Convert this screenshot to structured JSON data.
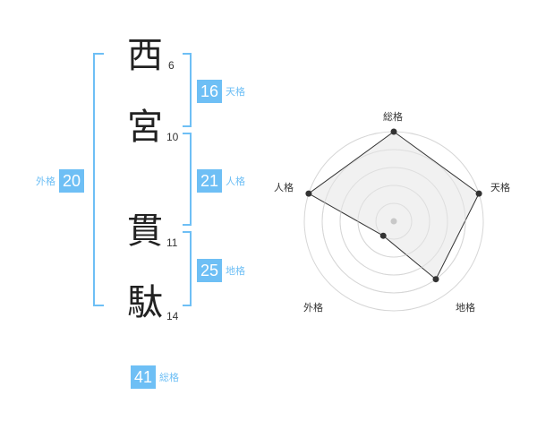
{
  "name": {
    "chars": [
      {
        "kanji": "西",
        "strokes": "6"
      },
      {
        "kanji": "宮",
        "strokes": "10"
      },
      {
        "kanji": "貫",
        "strokes": "11"
      },
      {
        "kanji": "駄",
        "strokes": "14"
      }
    ]
  },
  "fortunes": {
    "tenkaku": {
      "value": "16",
      "label": "天格"
    },
    "jinkaku": {
      "value": "21",
      "label": "人格"
    },
    "chikaku": {
      "value": "25",
      "label": "地格"
    },
    "gaikaku": {
      "value": "20",
      "label": "外格"
    },
    "soukaku": {
      "value": "41",
      "label": "総格"
    }
  },
  "radar": {
    "axes": [
      "総格",
      "天格",
      "地格",
      "外格",
      "人格"
    ],
    "levels": 5,
    "values": [
      5,
      5,
      4,
      1,
      5
    ],
    "max": 5,
    "colors": {
      "grid": "#d6d6d6",
      "fill": "#eeeeee",
      "line": "#333333",
      "point": "#333333",
      "center": "#c8c8c8"
    }
  },
  "colors": {
    "accent": "#6ebff5",
    "text": "#222222"
  }
}
